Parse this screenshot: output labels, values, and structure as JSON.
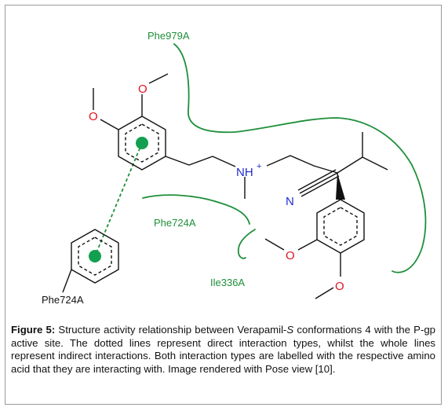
{
  "residues": {
    "phe979a": "Phe979A",
    "phe724a_mid": "Phe724A",
    "ile336a": "Ile336A",
    "phe724a_bottom": "Phe724A"
  },
  "atoms": {
    "o1": "O",
    "o2": "O",
    "o3": "O",
    "o4": "O",
    "nh": "NH",
    "nh_charge": "+",
    "n": "N"
  },
  "caption": {
    "label": "Figure 5:",
    "text_a": " Structure activity relationship between Verapamil-",
    "italic_s": "S",
    "text_b": " conformations 4 with the P-gp active site. The dotted lines represent direct interaction types, whilst the whole lines represent indirect interactions. Both interaction types are labelled with the respective amino acid that they are interacting with.  Image rendered with Pose view [10]."
  },
  "colors": {
    "interaction_green": "#1e8f3a",
    "oxygen_red": "#e0141e",
    "nitrogen_blue": "#1f2bd1",
    "bond_black": "#111111",
    "frame_gray": "#9a9a9a"
  }
}
